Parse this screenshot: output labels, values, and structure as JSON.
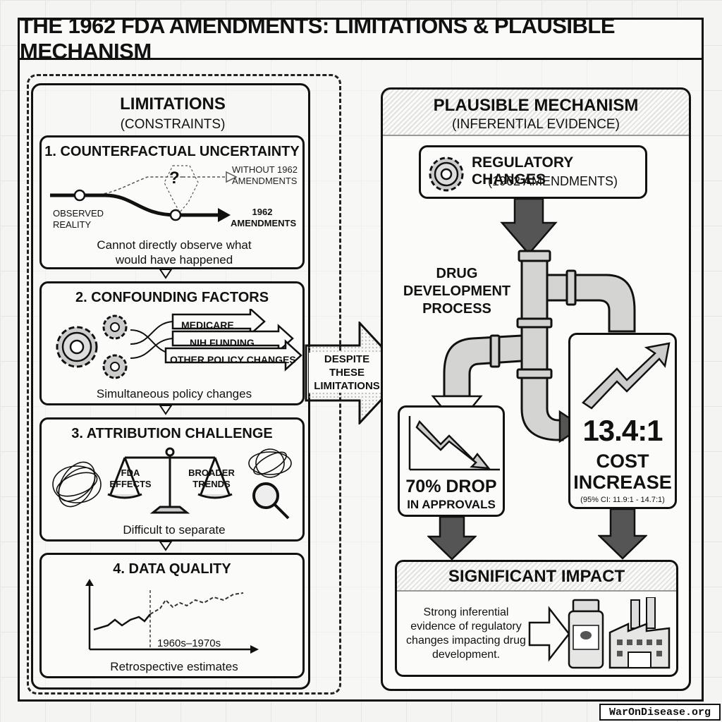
{
  "title": "THE 1962 FDA AMENDMENTS: LIMITATIONS & PLAUSIBLE MECHANISM",
  "limitations": {
    "heading": "LIMITATIONS",
    "subheading": "(CONSTRAINTS)",
    "sections": [
      {
        "title": "1. COUNTERFACTUAL UNCERTAINTY",
        "labels": {
          "question": "?",
          "without": "WITHOUT 1962 AMENDMENTS",
          "observed": "OBSERVED REALITY",
          "amendments": "1962 AMENDMENTS"
        },
        "caption": "Cannot directly observe what would have happened"
      },
      {
        "title": "2. CONFOUNDING FACTORS",
        "arrows": [
          "MEDICARE",
          "NIH FUNDING",
          "OTHER POLICY CHANGES"
        ],
        "caption": "Simultaneous policy changes"
      },
      {
        "title": "3. ATTRIBUTION CHALLENGE",
        "scale_left": "FDA EFFECTS",
        "scale_right": "BROADER TRENDS",
        "caption": "Difficult to separate"
      },
      {
        "title": "4. DATA QUALITY",
        "period": "1960s–1970s",
        "caption": "Retrospective estimates"
      }
    ]
  },
  "bridge_arrow": "DESPITE THESE LIMITATIONS",
  "mechanism": {
    "heading": "PLAUSIBLE MECHANISM",
    "subheading": "(INFERENTIAL EVIDENCE)",
    "regulatory_title": "REGULATORY CHANGES",
    "regulatory_sub": "(1962 AMENDMENTS)",
    "pipe_label": "DRUG DEVELOPMENT PROCESS",
    "drop_value": "70% DROP",
    "drop_label": "IN APPROVALS",
    "cost_value": "13.4:1",
    "cost_label_1": "COST",
    "cost_label_2": "INCREASE",
    "cost_ci": "(95% CI: 11.9:1 - 14.7:1)",
    "impact_title": "SIGNIFICANT IMPACT",
    "impact_text": "Strong inferential evidence of regulatory changes impacting drug development."
  },
  "watermark": "WarOnDisease.org"
}
